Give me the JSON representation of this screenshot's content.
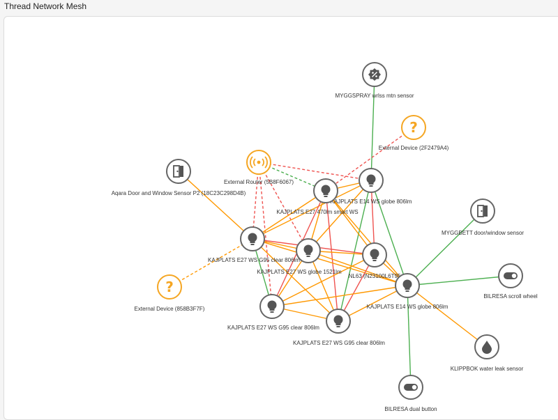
{
  "page": {
    "title": "Thread Network Mesh"
  },
  "colors": {
    "good_link": "#4caf50",
    "medium_link": "#ff9800",
    "weak_link": "#ef5350",
    "external": "#f5a623",
    "node_border": "#666666",
    "node_fill": "#ffffff",
    "icon_dark": "#555555"
  },
  "nodes": [
    {
      "id": "myggspray",
      "label": "MYGGSPRAY wrlss mtn sensor",
      "icon": "motion-sensor-icon",
      "kind": "device"
    },
    {
      "id": "ext2f",
      "label": "External Device (2F2479A4)",
      "icon": "question-icon",
      "kind": "external"
    },
    {
      "id": "extrouter",
      "label": "External Router (5B8F6067)",
      "icon": "router-icon",
      "kind": "external"
    },
    {
      "id": "aqara",
      "label": "Aqara Door and Window Sensor P2 (18C23C298D4B)",
      "icon": "door-sensor-icon",
      "kind": "device"
    },
    {
      "id": "e14a",
      "label": "KAJPLATS E14 WS globe 806lm",
      "icon": "bulb-icon",
      "kind": "device"
    },
    {
      "id": "e27smart",
      "label": "KAJPLATS E27 470lm smart WS",
      "icon": "bulb-icon",
      "kind": "device"
    },
    {
      "id": "myggbett",
      "label": "MYGGBETT door/window sensor",
      "icon": "door-sensor-icon",
      "kind": "device"
    },
    {
      "id": "e27g95a",
      "label": "KAJPLATS E27 WS G95 clear 806lm",
      "icon": "bulb-icon",
      "kind": "device"
    },
    {
      "id": "e27g1521",
      "label": "KAJPLATS E27 WS globe 1521lm",
      "icon": "bulb-icon",
      "kind": "device"
    },
    {
      "id": "nl63",
      "label": "NL63 (N23100L6T95",
      "icon": "bulb-icon",
      "kind": "device"
    },
    {
      "id": "bilresascroll",
      "label": "BILRESA scroll wheel",
      "icon": "toggle-icon",
      "kind": "device"
    },
    {
      "id": "ext858",
      "label": "External Device (858B3F7F)",
      "icon": "question-icon",
      "kind": "external"
    },
    {
      "id": "e14b",
      "label": "KAJPLATS E14 WS globe 806lm",
      "icon": "bulb-icon",
      "kind": "device"
    },
    {
      "id": "e27g95b",
      "label": "KAJPLATS E27 WS G95 clear 806lm",
      "icon": "bulb-icon",
      "kind": "device"
    },
    {
      "id": "e27g95c",
      "label": "KAJPLATS E27 WS G95 clear 806lm",
      "icon": "bulb-icon",
      "kind": "device"
    },
    {
      "id": "klippbok",
      "label": "KLIPPBOK water leak sensor",
      "icon": "water-drop-icon",
      "kind": "device"
    },
    {
      "id": "bilresadual",
      "label": "BILRESA dual button",
      "icon": "toggle-icon",
      "kind": "device"
    }
  ],
  "links": [
    {
      "source": "myggspray",
      "target": "e14a",
      "quality": "good",
      "style": "solid"
    },
    {
      "source": "ext2f",
      "target": "e27smart",
      "quality": "weak",
      "style": "dashed"
    },
    {
      "source": "extrouter",
      "target": "e14a",
      "quality": "weak",
      "style": "dashed"
    },
    {
      "source": "extrouter",
      "target": "e27smart",
      "quality": "good",
      "style": "dashed"
    },
    {
      "source": "extrouter",
      "target": "e27g95a",
      "quality": "weak",
      "style": "dashed"
    },
    {
      "source": "extrouter",
      "target": "e27g1521",
      "quality": "weak",
      "style": "dashed"
    },
    {
      "source": "extrouter",
      "target": "e27g95b",
      "quality": "weak",
      "style": "dashed"
    },
    {
      "source": "aqara",
      "target": "e27g95a",
      "quality": "medium",
      "style": "solid"
    },
    {
      "source": "ext858",
      "target": "e27g95a",
      "quality": "medium",
      "style": "dashed"
    },
    {
      "source": "e14a",
      "target": "e27smart",
      "quality": "medium",
      "style": "solid"
    },
    {
      "source": "e14a",
      "target": "e27g95a",
      "quality": "medium",
      "style": "solid"
    },
    {
      "source": "e14a",
      "target": "e27g1521",
      "quality": "medium",
      "style": "solid"
    },
    {
      "source": "e14a",
      "target": "nl63",
      "quality": "weak",
      "style": "solid"
    },
    {
      "source": "e14a",
      "target": "e14b",
      "quality": "good",
      "style": "solid"
    },
    {
      "source": "e14a",
      "target": "e27g95c",
      "quality": "good",
      "style": "solid"
    },
    {
      "source": "e27smart",
      "target": "e27g95a",
      "quality": "medium",
      "style": "solid"
    },
    {
      "source": "e27smart",
      "target": "e27g1521",
      "quality": "medium",
      "style": "solid"
    },
    {
      "source": "e27smart",
      "target": "nl63",
      "quality": "medium",
      "style": "solid"
    },
    {
      "source": "e27smart",
      "target": "e27g95b",
      "quality": "weak",
      "style": "solid"
    },
    {
      "source": "e27smart",
      "target": "e27g95c",
      "quality": "weak",
      "style": "solid"
    },
    {
      "source": "e27smart",
      "target": "e14b",
      "quality": "medium",
      "style": "solid"
    },
    {
      "source": "myggbett",
      "target": "e14b",
      "quality": "good",
      "style": "solid"
    },
    {
      "source": "e27g95a",
      "target": "e27g1521",
      "quality": "medium",
      "style": "solid"
    },
    {
      "source": "e27g95a",
      "target": "nl63",
      "quality": "weak",
      "style": "solid"
    },
    {
      "source": "e27g95a",
      "target": "e27g95b",
      "quality": "good",
      "style": "solid"
    },
    {
      "source": "e27g95a",
      "target": "e27g95c",
      "quality": "medium",
      "style": "solid"
    },
    {
      "source": "e27g95a",
      "target": "e14b",
      "quality": "medium",
      "style": "solid"
    },
    {
      "source": "e27g1521",
      "target": "nl63",
      "quality": "medium",
      "style": "solid"
    },
    {
      "source": "e27g1521",
      "target": "e27g95b",
      "quality": "medium",
      "style": "solid"
    },
    {
      "source": "e27g1521",
      "target": "e27g95c",
      "quality": "medium",
      "style": "solid"
    },
    {
      "source": "e27g1521",
      "target": "e14b",
      "quality": "medium",
      "style": "solid"
    },
    {
      "source": "nl63",
      "target": "e27g95b",
      "quality": "medium",
      "style": "solid"
    },
    {
      "source": "nl63",
      "target": "e27g95c",
      "quality": "weak",
      "style": "solid"
    },
    {
      "source": "nl63",
      "target": "e14b",
      "quality": "medium",
      "style": "solid"
    },
    {
      "source": "bilresascroll",
      "target": "e14b",
      "quality": "good",
      "style": "solid"
    },
    {
      "source": "e14b",
      "target": "e27g95b",
      "quality": "medium",
      "style": "solid"
    },
    {
      "source": "e14b",
      "target": "e27g95c",
      "quality": "medium",
      "style": "solid"
    },
    {
      "source": "e14b",
      "target": "klippbok",
      "quality": "medium",
      "style": "solid"
    },
    {
      "source": "e14b",
      "target": "bilresadual",
      "quality": "good",
      "style": "solid"
    },
    {
      "source": "e27g95b",
      "target": "e27g95c",
      "quality": "medium",
      "style": "solid"
    }
  ]
}
